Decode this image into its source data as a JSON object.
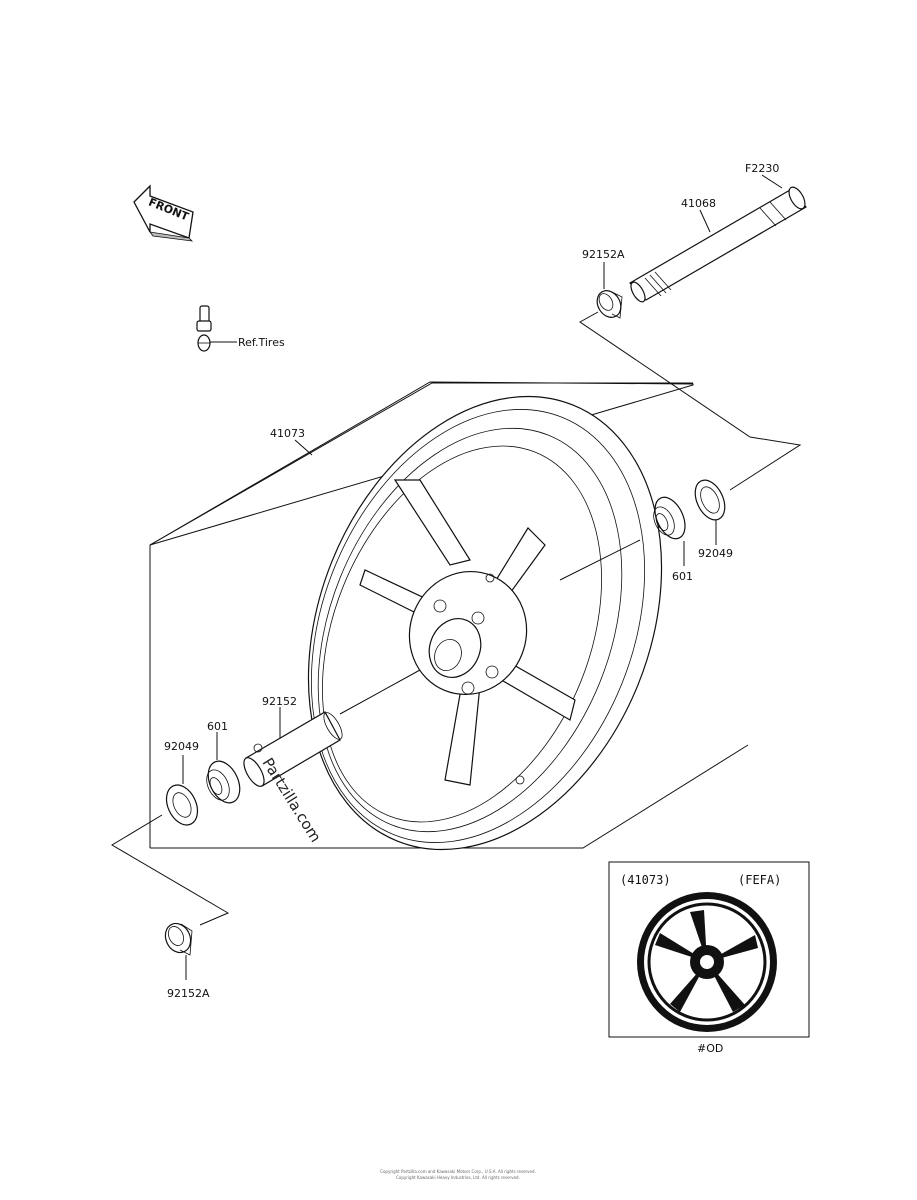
{
  "labels": {
    "f2230": "F2230",
    "p41068": "41068",
    "p92152a_top": "92152A",
    "ref_tires": "Ref.Tires",
    "p41073": "41073",
    "p601_right": "601",
    "p92049_right": "92049",
    "p92152": "92152",
    "p601_left": "601",
    "p92049_left": "92049",
    "p92152a_bottom": "92152A"
  },
  "front_arrow": {
    "text": "FRONT"
  },
  "inset": {
    "part_label": "(41073)",
    "color_code": "(FEFA)",
    "caption": "#OD"
  },
  "watermark": "Partzilla.com",
  "copyright": {
    "line1": "Copyright Partzilla.com and Kawasaki Motors Corp., U.S.A. All rights reserved.",
    "line2": "Copyright Kawasaki Heavy Industries, Ltd. All rights reserved."
  }
}
